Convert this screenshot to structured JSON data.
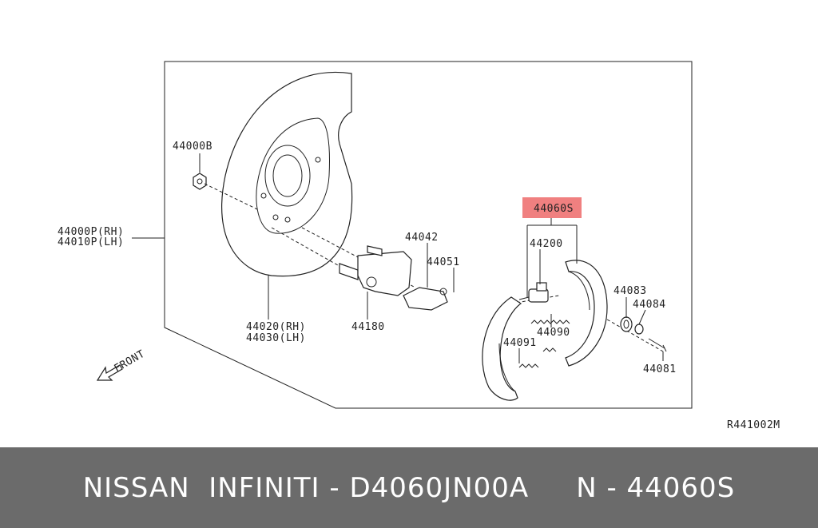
{
  "diagram": {
    "ref_code": "R441002M",
    "front_label": "FRONT",
    "highlight_color": "#f08080",
    "labels": {
      "p44000B": "44000B",
      "p44000P": "44000P(RH)",
      "p44010P": "44010P(LH)",
      "p44020": "44020(RH)",
      "p44030": "44030(LH)",
      "p44180": "44180",
      "p44042": "44042",
      "p44051": "44051",
      "p44060S": "44060S",
      "p44200": "44200",
      "p44090": "44090",
      "p44091": "44091",
      "p44083": "44083",
      "p44084": "44084",
      "p44081": "44081"
    }
  },
  "footer": {
    "text": "NISSAN  INFINITI - D4060JN00A     N - 44060S",
    "background": "#6b6b6b"
  }
}
